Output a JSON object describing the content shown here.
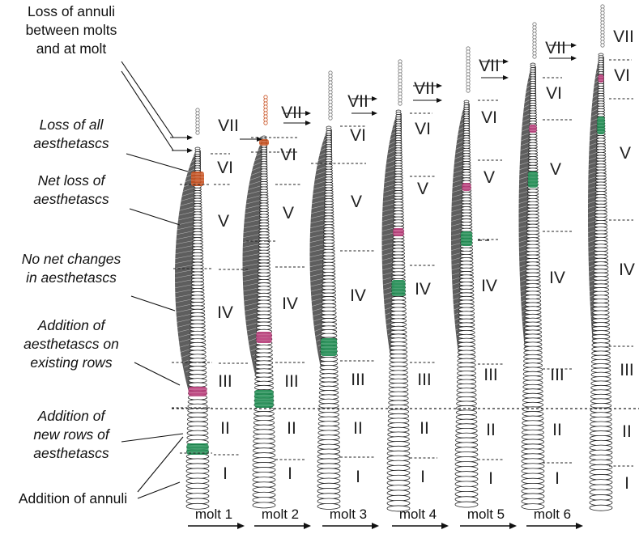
{
  "annotations": [
    {
      "id": "loss-annuli",
      "lines": [
        "Loss of annuli",
        "between molts",
        "and at molt"
      ],
      "italic": false
    },
    {
      "id": "loss-all",
      "lines": [
        "Loss of all",
        "aesthetascs"
      ],
      "italic": true
    },
    {
      "id": "net-loss",
      "lines": [
        "Net loss of",
        "aesthetascs"
      ],
      "italic": true
    },
    {
      "id": "no-net",
      "lines": [
        "No net changes",
        "in aesthetascs"
      ],
      "italic": true
    },
    {
      "id": "addition-existing",
      "lines": [
        "Addition of",
        "aesthetascs on",
        "existing rows"
      ],
      "italic": true
    },
    {
      "id": "addition-new",
      "lines": [
        "Addition of",
        "new rows of",
        "aesthetascs"
      ],
      "italic": true
    },
    {
      "id": "addition-annuli",
      "lines": [
        "Addition of annuli"
      ],
      "italic": false
    }
  ],
  "region_labels": [
    "VII",
    "VI",
    "V",
    "IV",
    "III",
    "II",
    "I"
  ],
  "molts": [
    "molt 1",
    "molt 2",
    "molt 3",
    "molt 4",
    "molt 5",
    "molt 6"
  ],
  "colors": {
    "magenta": "#b83a78",
    "green": "#1a8a4e",
    "orange": "#c8501e",
    "outline": "#222222"
  }
}
